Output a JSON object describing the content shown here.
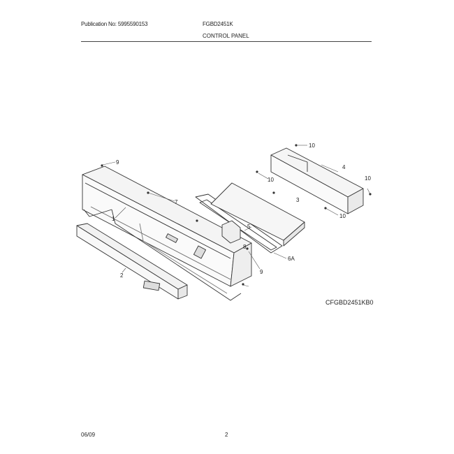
{
  "header": {
    "publication": "Publication No: 5995590153",
    "model": "FGBD2451K",
    "section": "CONTROL PANEL"
  },
  "diagram": {
    "code": "CFGBD2451KB0",
    "callouts": [
      "9",
      "1",
      "7",
      "2",
      "8",
      "5",
      "6A",
      "9",
      "3",
      "10",
      "4",
      "10",
      "10",
      "10"
    ]
  },
  "footer": {
    "date": "06/09",
    "page": "2"
  }
}
